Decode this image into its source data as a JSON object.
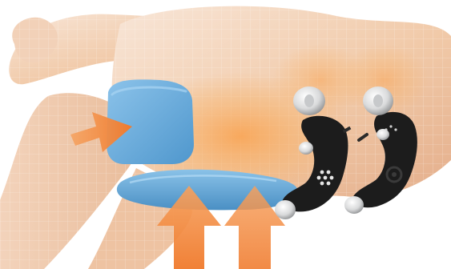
{
  "illustration": {
    "subject": "massage-chair-mechanism-illustration",
    "colors": {
      "background": "#ffffff",
      "skin_light": "#f6dfcd",
      "skin_mid": "#efc7a8",
      "skin_shadow": "#d9a582",
      "mesh_line": "#ffffff",
      "heat_glow": "#f7b36b",
      "cushion_blue": "#6fb0de",
      "cushion_blue_dark": "#4a90c6",
      "arrow_orange": "#f07a2c",
      "arrow_orange_light": "#f6a15e",
      "mechanism_black": "#1c1c1c",
      "roller_silver": "#d9dadb",
      "roller_dark": "#8d8f91"
    },
    "arrows": [
      {
        "name": "side-arrow",
        "direction": "right"
      },
      {
        "name": "bottom-arrow-left",
        "direction": "up"
      },
      {
        "name": "bottom-arrow-right",
        "direction": "up"
      }
    ],
    "rollers": [
      {
        "name": "roller-left-top"
      },
      {
        "name": "roller-right-top"
      },
      {
        "name": "roller-left-mid"
      },
      {
        "name": "roller-right-mid"
      },
      {
        "name": "roller-left-bottom"
      },
      {
        "name": "roller-right-bottom"
      }
    ]
  }
}
